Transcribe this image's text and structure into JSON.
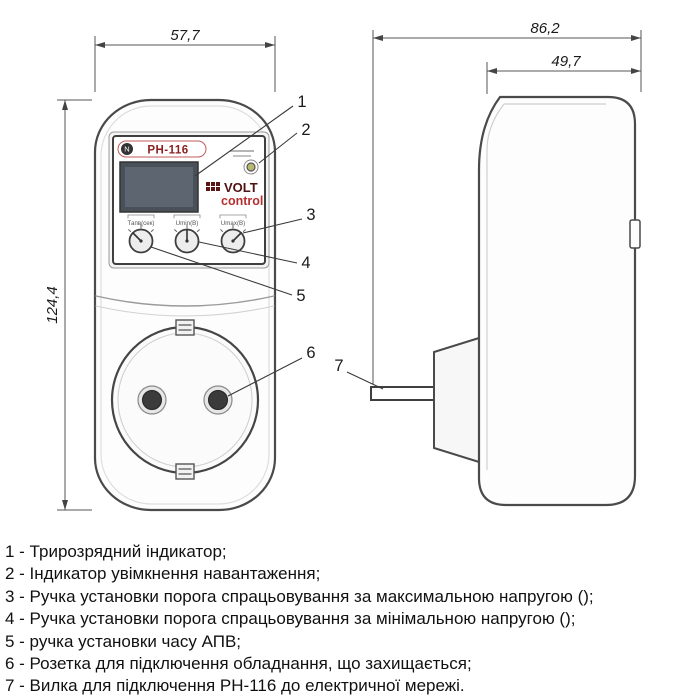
{
  "dimensions": {
    "front_width": "57,7",
    "total_depth": "86,2",
    "body_depth": "49,7",
    "height": "124,4"
  },
  "device": {
    "model": "РН-116",
    "logo_letter": "N",
    "brand_top": "VOLT",
    "brand_bottom": "control",
    "knobs": [
      "Тапв(сек)",
      "Umin(B)",
      "Umax(B)"
    ]
  },
  "callouts": [
    "1",
    "2",
    "3",
    "4",
    "5",
    "6",
    "7"
  ],
  "legend": {
    "items": [
      "1 - Трирозрядний індикатор;",
      "2 - Індикатор увімкнення навантаження;",
      "3 - Ручка установки порога спрацьовування за максимальною напругою ();",
      "4 - Ручка установки порога спрацьовування за мінімальною напругою ();",
      "5 - ручка установки часу АПВ;",
      "6 - Розетка для підключення обладнання, що захищається;",
      "7 - Вилка для підключення РН-116 до електричної мережі."
    ]
  }
}
